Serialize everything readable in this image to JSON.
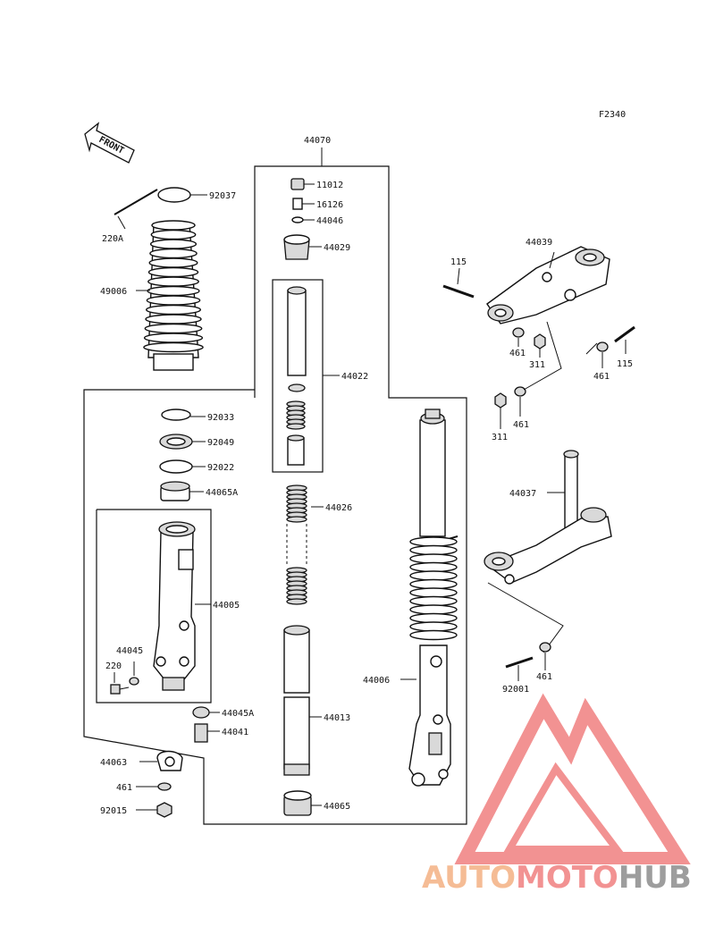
{
  "figure_code": "F2340",
  "front_badge": "FRONT",
  "labels": {
    "p44070": "44070",
    "p11012": "11012",
    "p16126": "16126",
    "p44046": "44046",
    "p44029": "44029",
    "p92037": "92037",
    "p220A": "220A",
    "p49006": "49006",
    "p44022": "44022",
    "p92033": "92033",
    "p92049": "92049",
    "p92022": "92022",
    "p44065A": "44065A",
    "p44026": "44026",
    "p44005": "44005",
    "p44045": "44045",
    "p220": "220",
    "p44045A": "44045A",
    "p44041": "44041",
    "p44013": "44013",
    "p44006": "44006",
    "p44063": "44063",
    "p461_left": "461",
    "p92015": "92015",
    "p44065": "44065",
    "p44039": "44039",
    "p115_left": "115",
    "p461_a": "461",
    "p311_a": "311",
    "p115_right": "115",
    "p461_b": "461",
    "p311_b": "311",
    "p461_c": "461",
    "p44037": "44037",
    "p92001": "92001",
    "p461_d": "461"
  },
  "watermark": {
    "part1": "AUTO",
    "part2": "MOTO",
    "part3": "HUB",
    "color_orange": "#f4b183",
    "color_red": "#f08080",
    "color_gray": "#8c8c8c"
  }
}
